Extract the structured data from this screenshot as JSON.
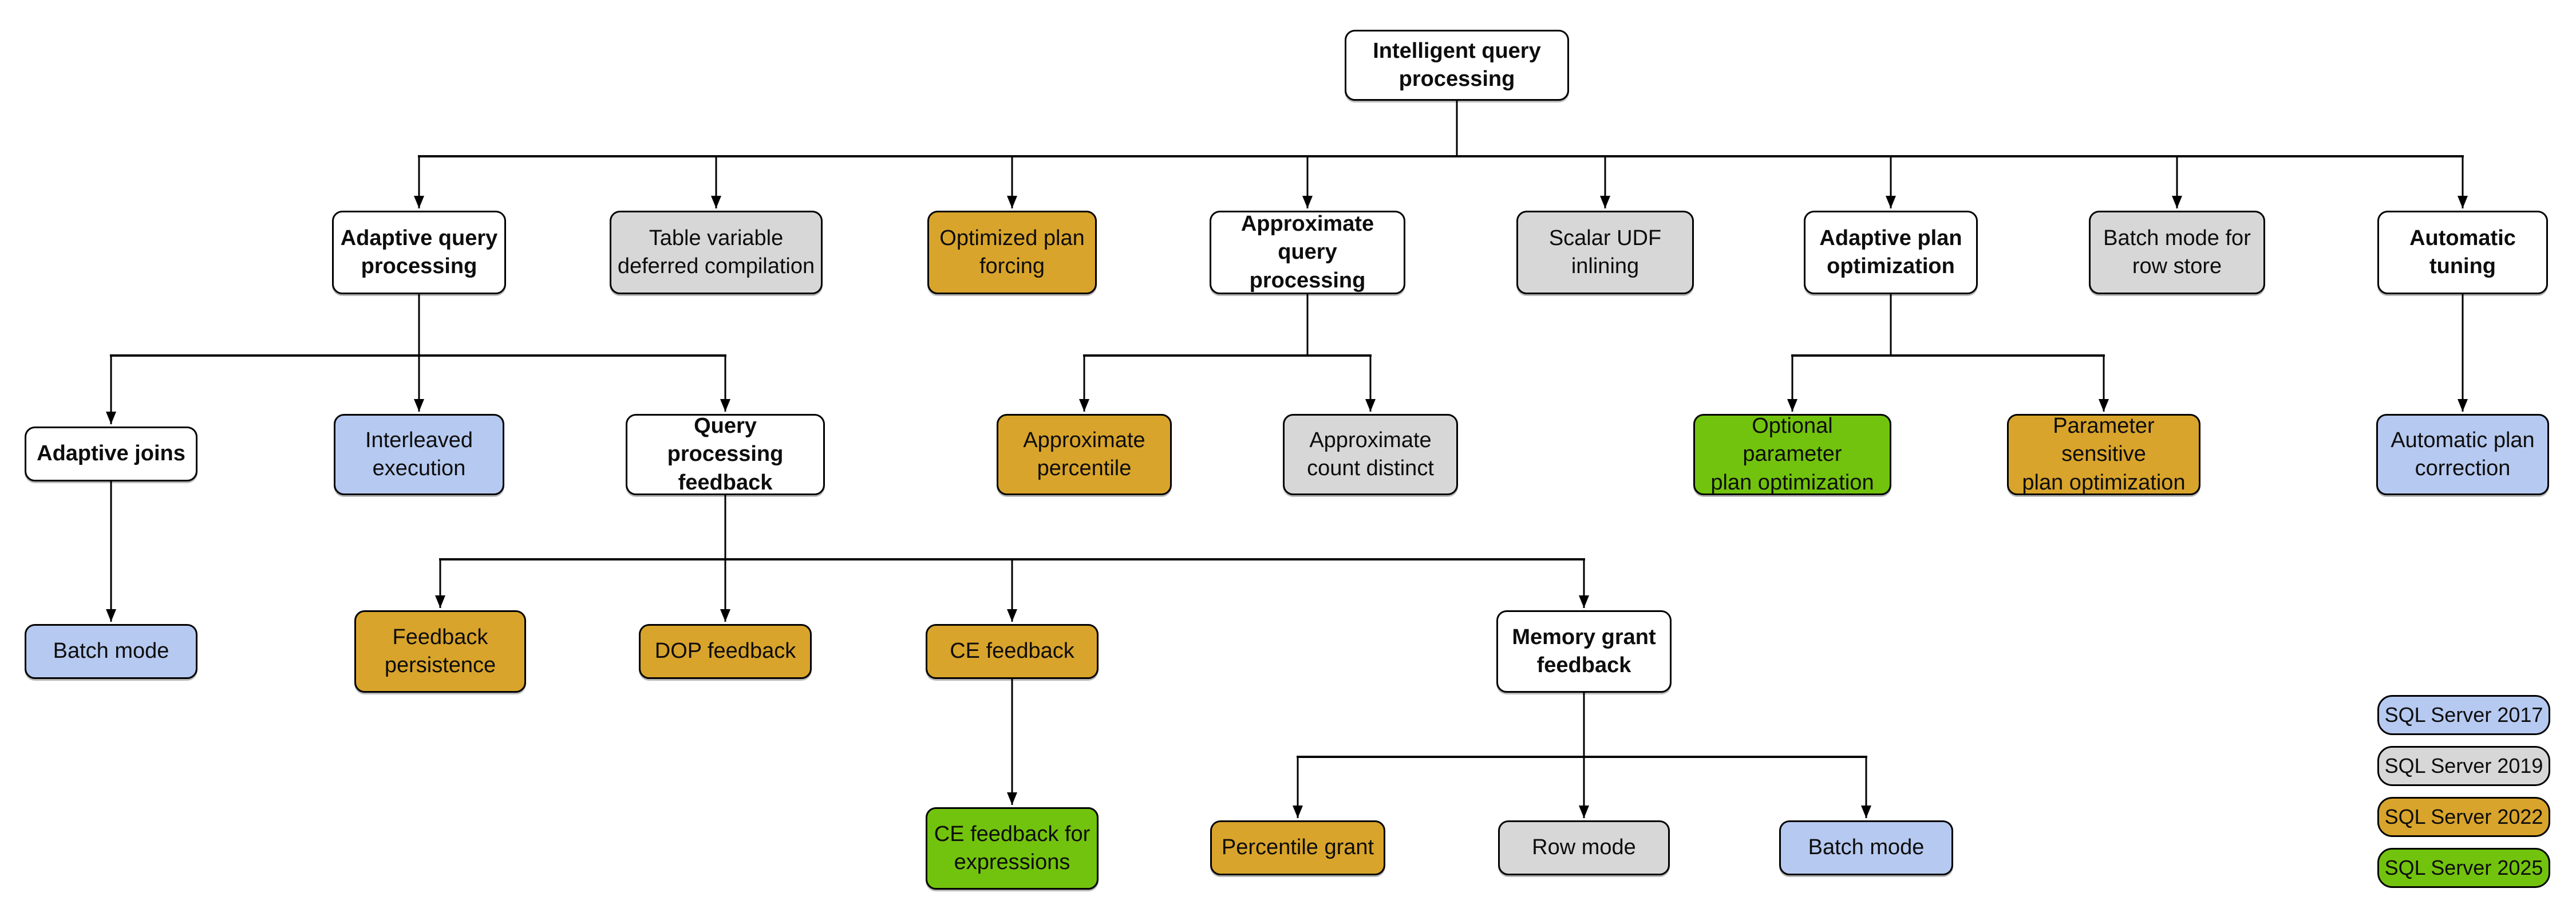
{
  "diagram_name": "Intelligent query processing feature family",
  "colors": {
    "parent": "#ffffff",
    "sql2017": "#b6c9f0",
    "sql2019": "#d7d7d7",
    "sql2022": "#d9a42b",
    "sql2025": "#72c30d",
    "border": "#000000",
    "line": "#000000",
    "background": "#ffffff"
  },
  "nodes": [
    {
      "id": "root",
      "label": "Intelligent query\nprocessing",
      "category": "parent"
    },
    {
      "id": "adaptive-query-processing",
      "label": "Adaptive query\nprocessing",
      "category": "parent"
    },
    {
      "id": "table-variable-deferred-compilation",
      "label": "Table variable\ndeferred compilation",
      "category": "sql2019"
    },
    {
      "id": "optimized-plan-forcing",
      "label": "Optimized plan\nforcing",
      "category": "sql2022"
    },
    {
      "id": "approximate-query-processing",
      "label": "Approximate\nquery processing",
      "category": "parent"
    },
    {
      "id": "scalar-udf-inlining",
      "label": "Scalar UDF\ninlining",
      "category": "sql2019"
    },
    {
      "id": "adaptive-plan-optimization",
      "label": "Adaptive plan\noptimization",
      "category": "parent"
    },
    {
      "id": "batch-mode-for-row-store",
      "label": "Batch mode for\nrow store",
      "category": "sql2019"
    },
    {
      "id": "automatic-tuning",
      "label": "Automatic\ntuning",
      "category": "parent"
    },
    {
      "id": "adaptive-joins",
      "label": "Adaptive joins",
      "category": "parent"
    },
    {
      "id": "interleaved-execution",
      "label": "Interleaved\nexecution",
      "category": "sql2017"
    },
    {
      "id": "query-processing-feedback",
      "label": "Query processing\nfeedback",
      "category": "parent"
    },
    {
      "id": "approximate-percentile",
      "label": "Approximate\npercentile",
      "category": "sql2022"
    },
    {
      "id": "approximate-count-distinct",
      "label": "Approximate\ncount distinct",
      "category": "sql2019"
    },
    {
      "id": "optional-parameter-plan-optimization",
      "label": "Optional parameter\nplan optimization",
      "category": "sql2025"
    },
    {
      "id": "parameter-sensitive-plan-optimization",
      "label": "Parameter sensitive\nplan optimization",
      "category": "sql2022"
    },
    {
      "id": "automatic-plan-correction",
      "label": "Automatic plan\ncorrection",
      "category": "sql2017"
    },
    {
      "id": "batch-mode-adaptive-joins",
      "label": "Batch mode",
      "category": "sql2017"
    },
    {
      "id": "feedback-persistence",
      "label": "Feedback\npersistence",
      "category": "sql2022"
    },
    {
      "id": "dop-feedback",
      "label": "DOP feedback",
      "category": "sql2022"
    },
    {
      "id": "ce-feedback",
      "label": "CE feedback",
      "category": "sql2022"
    },
    {
      "id": "memory-grant-feedback",
      "label": "Memory grant\nfeedback",
      "category": "parent"
    },
    {
      "id": "ce-feedback-for-expressions",
      "label": "CE feedback for\nexpressions",
      "category": "sql2025"
    },
    {
      "id": "percentile-grant",
      "label": "Percentile grant",
      "category": "sql2022"
    },
    {
      "id": "row-mode",
      "label": "Row mode",
      "category": "sql2019"
    },
    {
      "id": "batch-mode-memory-grant",
      "label": "Batch mode",
      "category": "sql2017"
    }
  ],
  "edges": [
    {
      "from": "root",
      "to": "adaptive-query-processing"
    },
    {
      "from": "root",
      "to": "table-variable-deferred-compilation"
    },
    {
      "from": "root",
      "to": "optimized-plan-forcing"
    },
    {
      "from": "root",
      "to": "approximate-query-processing"
    },
    {
      "from": "root",
      "to": "scalar-udf-inlining"
    },
    {
      "from": "root",
      "to": "adaptive-plan-optimization"
    },
    {
      "from": "root",
      "to": "batch-mode-for-row-store"
    },
    {
      "from": "root",
      "to": "automatic-tuning"
    },
    {
      "from": "adaptive-query-processing",
      "to": "adaptive-joins"
    },
    {
      "from": "adaptive-query-processing",
      "to": "interleaved-execution"
    },
    {
      "from": "adaptive-query-processing",
      "to": "query-processing-feedback"
    },
    {
      "from": "approximate-query-processing",
      "to": "approximate-percentile"
    },
    {
      "from": "approximate-query-processing",
      "to": "approximate-count-distinct"
    },
    {
      "from": "adaptive-plan-optimization",
      "to": "optional-parameter-plan-optimization"
    },
    {
      "from": "adaptive-plan-optimization",
      "to": "parameter-sensitive-plan-optimization"
    },
    {
      "from": "automatic-tuning",
      "to": "automatic-plan-correction"
    },
    {
      "from": "adaptive-joins",
      "to": "batch-mode-adaptive-joins"
    },
    {
      "from": "query-processing-feedback",
      "to": "feedback-persistence"
    },
    {
      "from": "query-processing-feedback",
      "to": "dop-feedback"
    },
    {
      "from": "query-processing-feedback",
      "to": "ce-feedback"
    },
    {
      "from": "query-processing-feedback",
      "to": "memory-grant-feedback"
    },
    {
      "from": "ce-feedback",
      "to": "ce-feedback-for-expressions"
    },
    {
      "from": "memory-grant-feedback",
      "to": "percentile-grant"
    },
    {
      "from": "memory-grant-feedback",
      "to": "row-mode"
    },
    {
      "from": "memory-grant-feedback",
      "to": "batch-mode-memory-grant"
    }
  ],
  "legend": [
    {
      "label": "SQL Server 2017",
      "category": "sql2017"
    },
    {
      "label": "SQL Server 2019",
      "category": "sql2019"
    },
    {
      "label": "SQL Server 2022",
      "category": "sql2022"
    },
    {
      "label": "SQL Server 2025",
      "category": "sql2025"
    }
  ]
}
